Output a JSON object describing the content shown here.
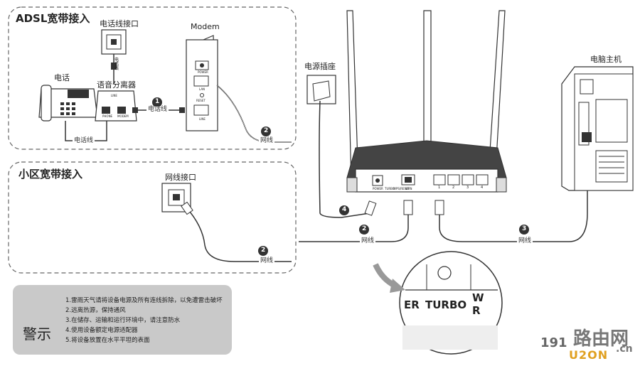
{
  "adsl_section": {
    "title": "ADSL宽带接入",
    "phone_jack_label": "电话线接口",
    "phone_label": "电话",
    "splitter_label": "语音分离器",
    "modem_label": "Modem",
    "phone_cable_label": "电话线",
    "phone_cable_label_2": "电话线",
    "vertical_cable_label": "电话线",
    "network_cable_label": "网线",
    "modem_ports": [
      "POWER",
      "LAN",
      "RESET",
      "LINE"
    ],
    "splitter_ports": [
      "PHONE",
      "MODEM",
      "LINE"
    ]
  },
  "community_section": {
    "title": "小区宽带接入",
    "network_jack_label": "网线接口",
    "network_cable_label": "网线"
  },
  "router": {
    "power_socket_label": "电源插座",
    "pc_label": "电脑主机",
    "ports": [
      "POWER",
      "TURBO",
      "WPS/RESET",
      "WAN",
      "1",
      "2",
      "3",
      "4"
    ],
    "cable_labels": [
      "网线",
      "网线"
    ],
    "zoom_text": [
      "ER",
      "TURBO",
      "W",
      "R"
    ]
  },
  "steps": [
    "1",
    "2",
    "2",
    "2",
    "3",
    "4"
  ],
  "warning": {
    "title": "警示",
    "items": [
      "1.雷雨天气请将设备电源及所有连线拆除，以免遭雷击破坏",
      "2.远离热源，保持通风",
      "3.在储存、运输和运行环境中，请注意防水",
      "4.使用设备额定电源适配器",
      "5.将设备放置在水平平坦的表面"
    ]
  },
  "watermark": {
    "number": "191",
    "brand": "路由网",
    "domain": ".cn",
    "letters": "U2ON"
  }
}
